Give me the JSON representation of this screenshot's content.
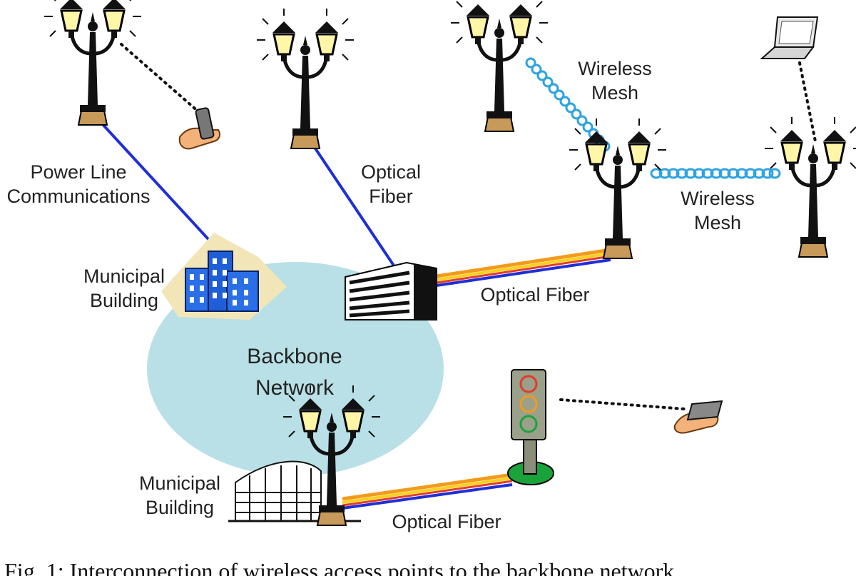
{
  "labels": {
    "plc_line1": "Power Line",
    "plc_line2": "Communications",
    "fiber_top_line1": "Optical",
    "fiber_top_line2": "Fiber",
    "mesh1_line1": "Wireless",
    "mesh1_line2": "Mesh",
    "mesh2_line1": "Wireless",
    "mesh2_line2": "Mesh",
    "muni1_line1": "Municipal",
    "muni1_line2": "Building",
    "fiber_mid": "Optical Fiber",
    "backbone_line1": "Backbone",
    "backbone_line2": "Network",
    "muni2_line1": "Municipal",
    "muni2_line2": "Building",
    "fiber_bottom": "Optical Fiber"
  },
  "caption": "Fig. 1: Interconnection of wireless access points to the backbone network.",
  "colors": {
    "backbone": "#b8e0e6",
    "link_blue": "#1f2fd6",
    "mesh": "#2fa3e0",
    "fiber_orange": "#f39a1c",
    "fiber_yellow": "#f7d21a",
    "fiber_red": "#e23b2b",
    "building_blue": "#2a6fe8",
    "tan_ground": "#f2e6b8"
  }
}
